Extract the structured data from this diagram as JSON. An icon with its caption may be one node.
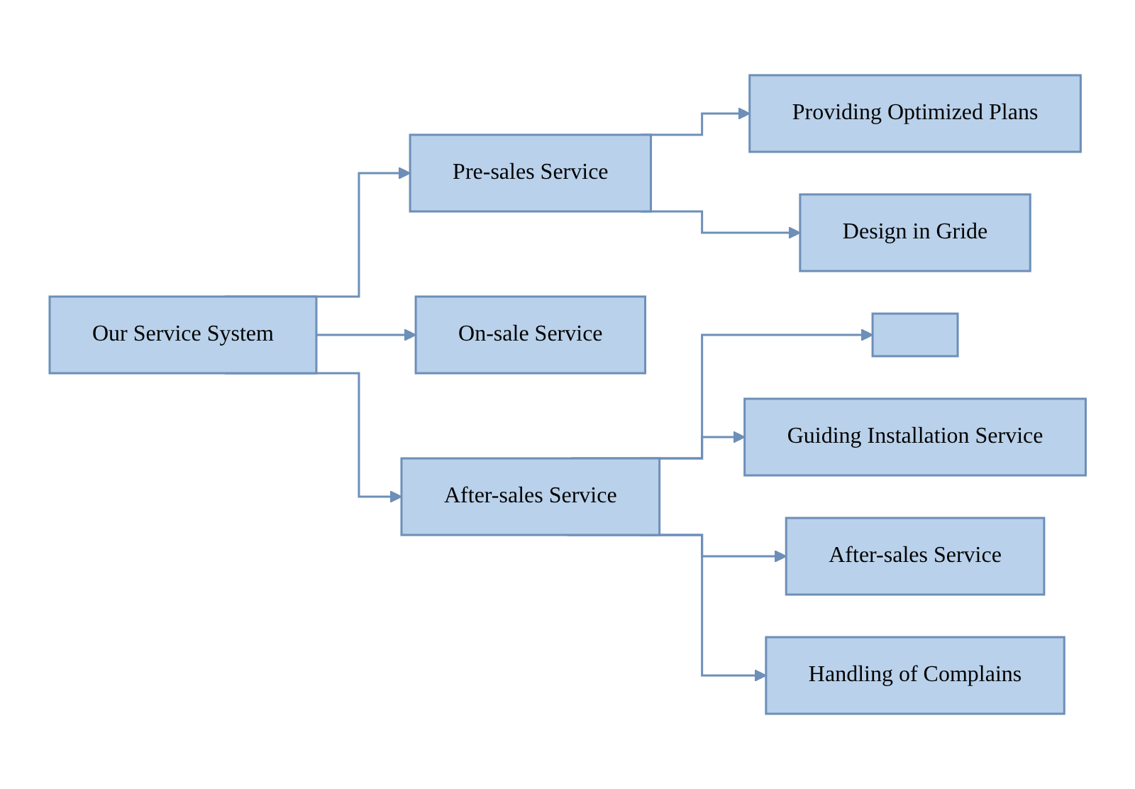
{
  "diagram": {
    "nodes": [
      {
        "text": [
          "Our Service System"
        ]
      },
      {
        "text": [
          "Pre-sales Service"
        ]
      },
      {
        "text": [
          "On-sale Service"
        ]
      },
      {
        "text": [
          "After-sales Service"
        ]
      },
      {
        "text": [
          "Providing Optimized Plans"
        ]
      },
      {
        "text": [
          "Design in Gride"
        ]
      },
      {
        "text": [],
        "shape": "box"
      },
      {
        "text": [
          "Guiding Installation Service"
        ]
      },
      {
        "text": [
          "After-sales Service"
        ]
      },
      {
        "text": [
          "Handling of Complains"
        ]
      }
    ],
    "edges": [
      {
        "from": 0,
        "to": 1,
        "arrow": "to"
      },
      {
        "from": 0,
        "to": 2,
        "arrow": "to"
      },
      {
        "from": 0,
        "to": 3,
        "arrow": "to"
      },
      {
        "from": 1,
        "to": 4,
        "arrow": "to"
      },
      {
        "from": 1,
        "to": 5,
        "arrow": "to"
      },
      {
        "from": 3,
        "to": 6,
        "arrow": "to"
      },
      {
        "from": 3,
        "to": 7,
        "arrow": "to"
      },
      {
        "from": 3,
        "to": 8,
        "arrow": "to"
      },
      {
        "from": 3,
        "to": 9,
        "arrow": "to"
      }
    ]
  }
}
